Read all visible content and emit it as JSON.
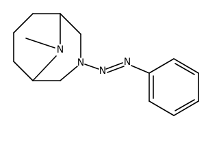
{
  "molecule": {
    "atoms": {
      "bridge_n": {
        "label": "N"
      },
      "ring_n": {
        "label": "N"
      },
      "azo_n1": {
        "label": "N"
      },
      "azo_n2": {
        "label": "N"
      }
    }
  }
}
